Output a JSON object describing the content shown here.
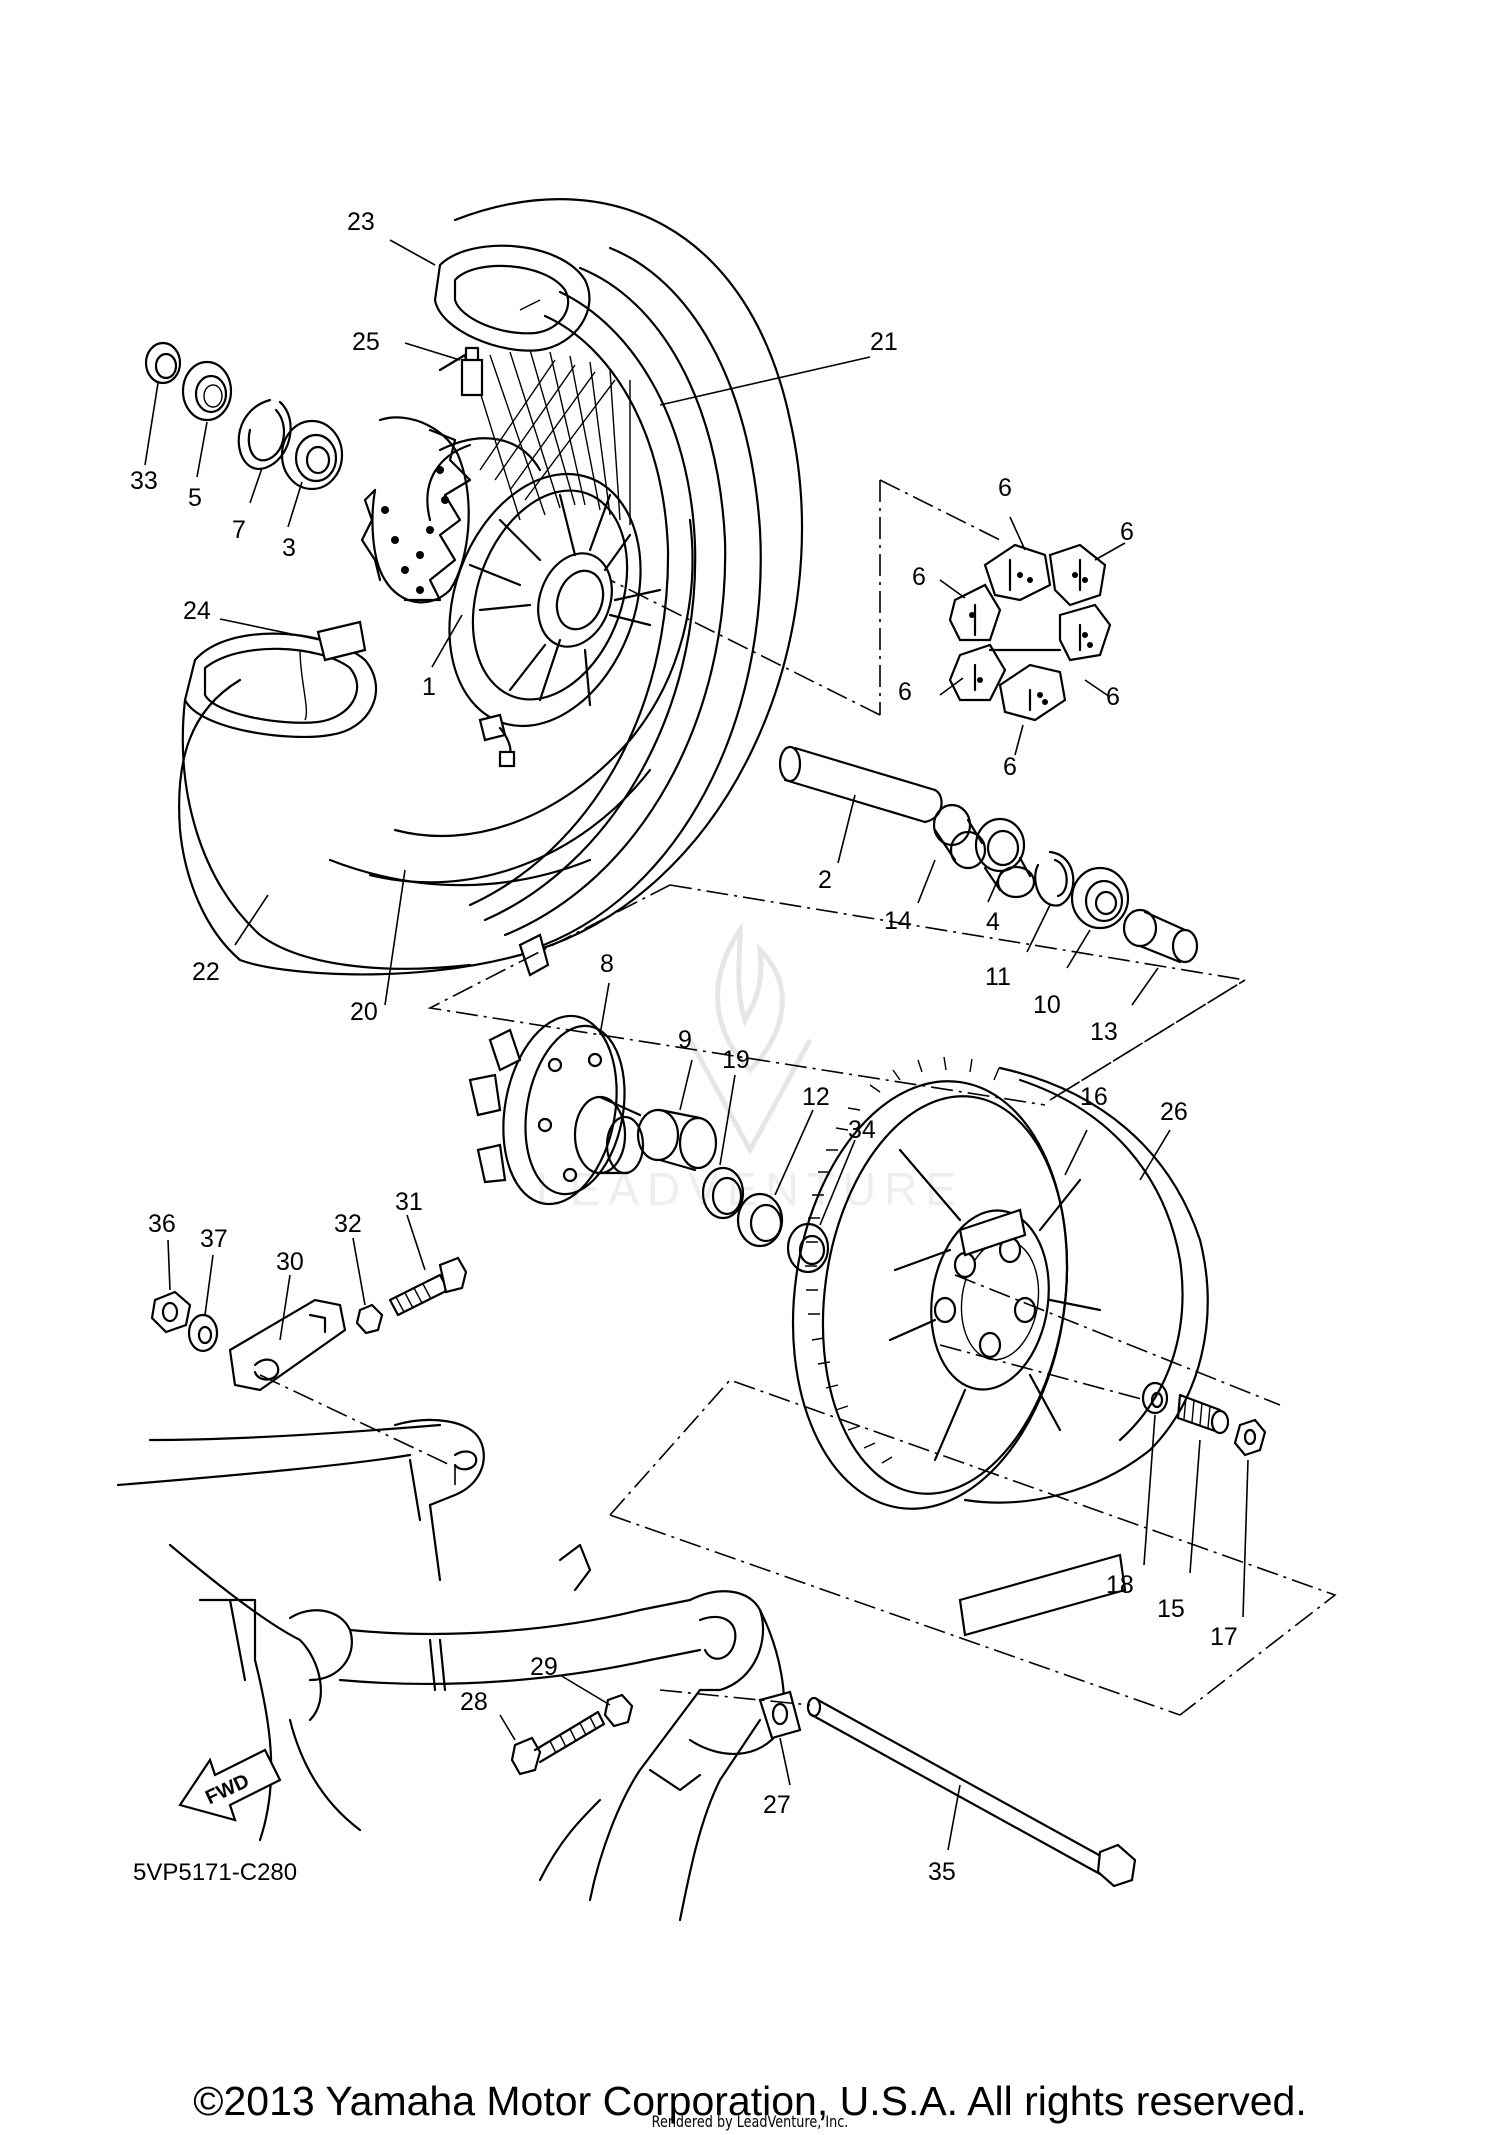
{
  "callouts": [
    "1",
    "2",
    "3",
    "4",
    "5",
    "6",
    "7",
    "8",
    "9",
    "10",
    "11",
    "12",
    "13",
    "14",
    "15",
    "16",
    "17",
    "18",
    "19",
    "20",
    "21",
    "22",
    "23",
    "24",
    "25",
    "26",
    "27",
    "28",
    "29",
    "30",
    "31",
    "32",
    "33",
    "34",
    "35",
    "36",
    "37"
  ],
  "diagram_code": "5VP5171-C280",
  "direction_arrow": "FWD",
  "copyright": "©2013 Yamaha Motor Corporation, U.S.A. All rights reserved.",
  "rendered_by": "Rendered by LeadVenture, Inc.",
  "watermark": "LEADVENTURE"
}
